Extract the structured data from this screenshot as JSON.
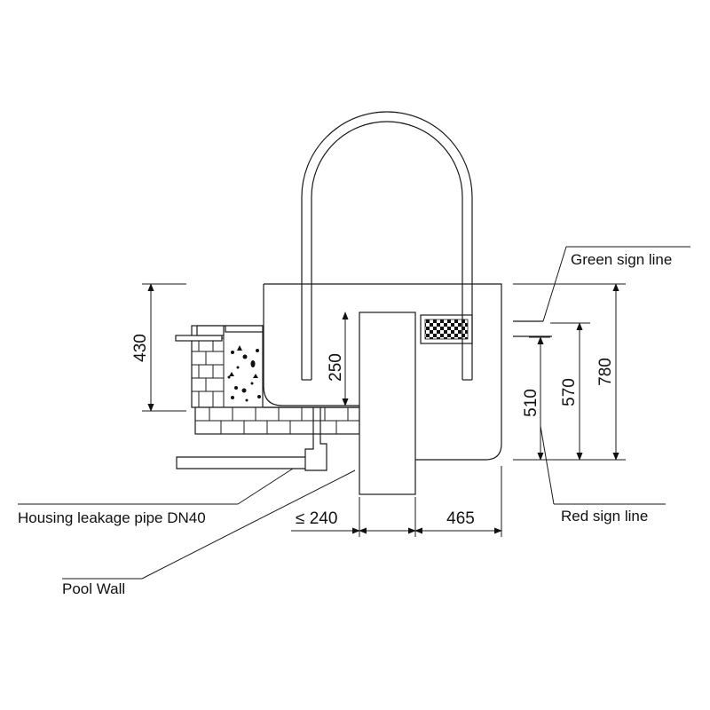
{
  "labels": {
    "green_sign_line": "Green sign line",
    "red_sign_line": "Red sign line",
    "leakage_pipe": "Housing leakage pipe DN40",
    "pool_wall": "Pool Wall"
  },
  "dimensions": {
    "d430": "430",
    "d250": "250",
    "d510": "510",
    "d570": "570",
    "d780": "780",
    "d240": "≤ 240",
    "d465": "465"
  }
}
